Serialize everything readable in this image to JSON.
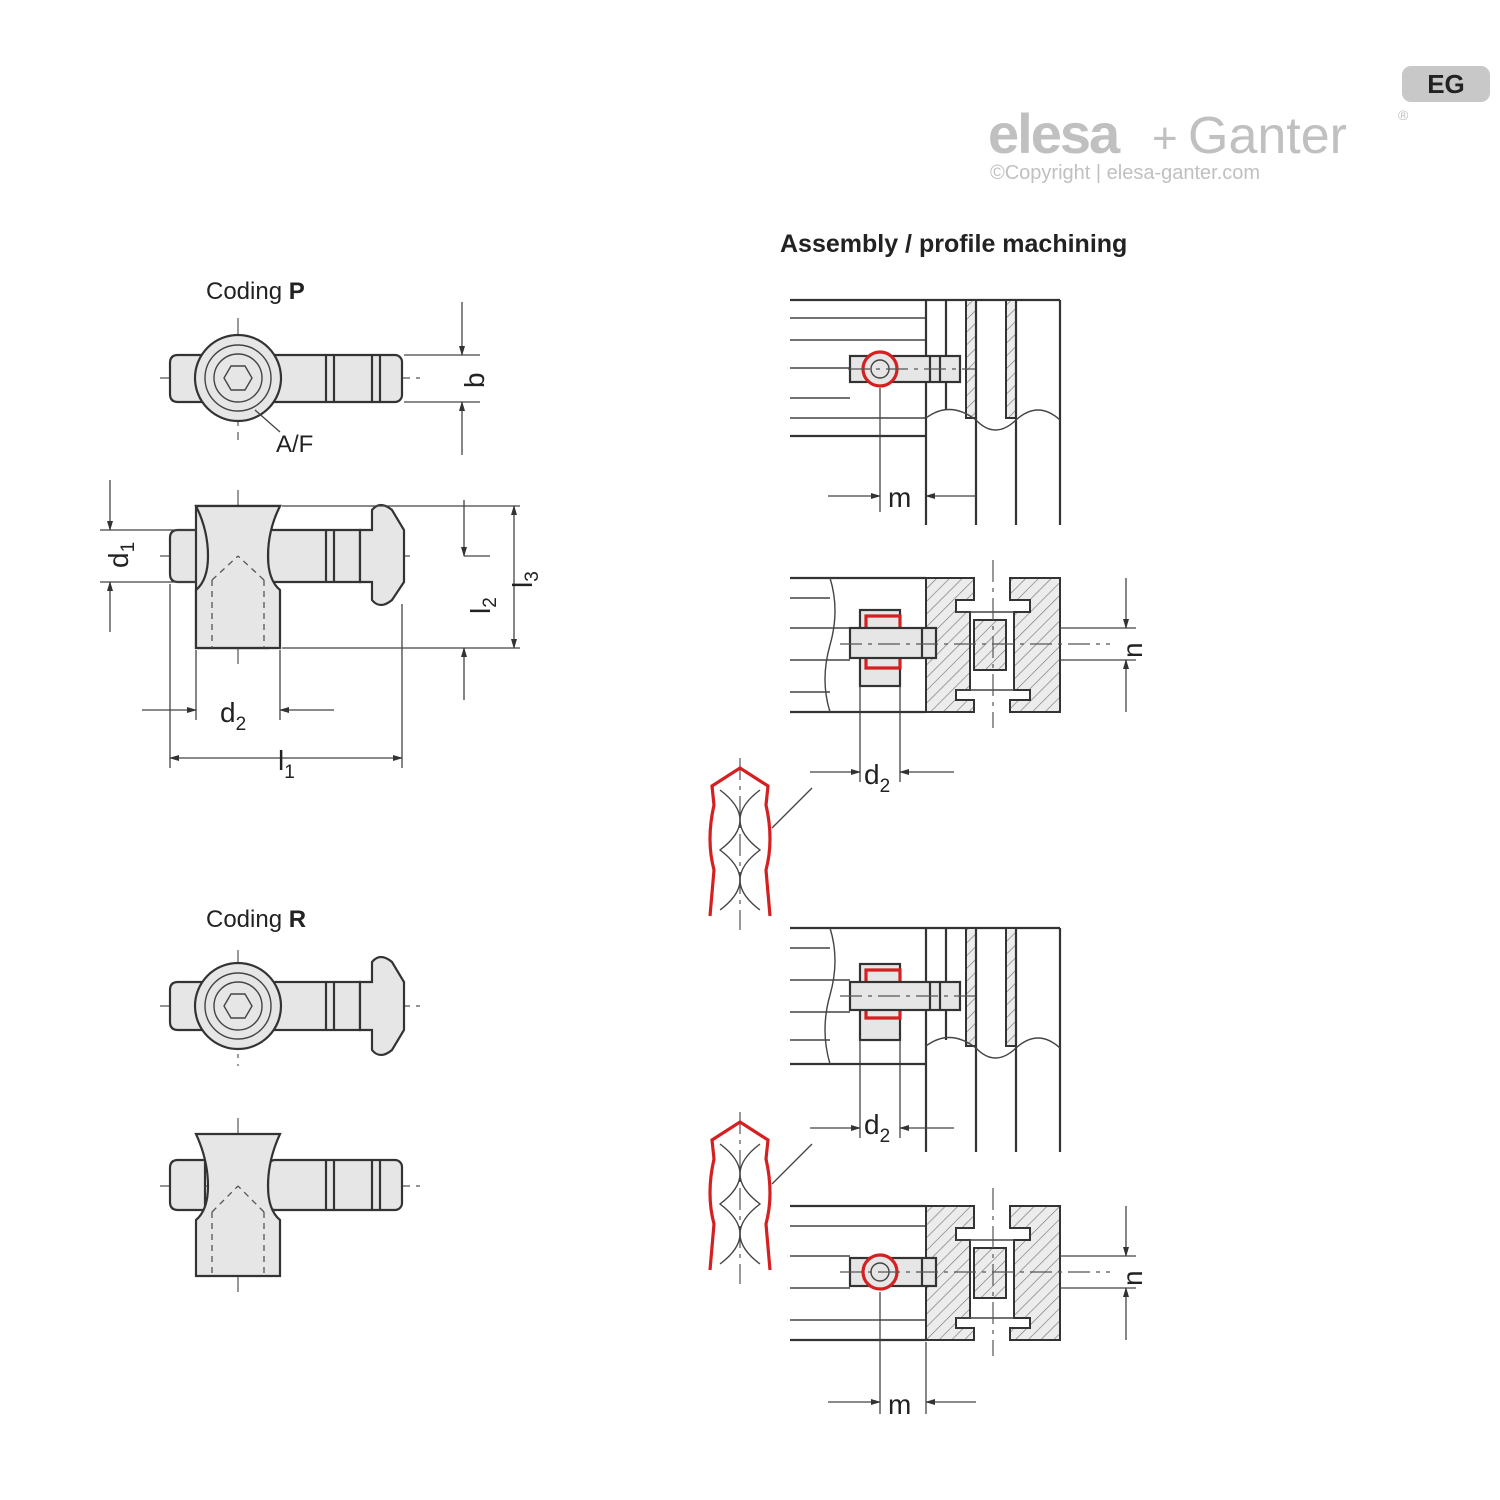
{
  "brand": {
    "badge": "EG",
    "name_part1": "elesa",
    "plus": "+",
    "name_part2": "Ganter",
    "registered": "®",
    "copyright": "©Copyright | elesa-ganter.com"
  },
  "sections": {
    "assembly_title": "Assembly / profile machining",
    "coding_p_prefix": "Coding ",
    "coding_p_letter": "P",
    "coding_r_prefix": "Coding ",
    "coding_r_letter": "R"
  },
  "dimensions": {
    "b": "b",
    "af": "A/F",
    "d": "d",
    "l": "l",
    "m": "m",
    "n": "n",
    "sub_1": "1",
    "sub_2": "2",
    "sub_3": "3"
  },
  "colors": {
    "line": "#333333",
    "highlight": "#d42020",
    "fill": "#e6e6e6",
    "logo": "#c0c0c0"
  }
}
